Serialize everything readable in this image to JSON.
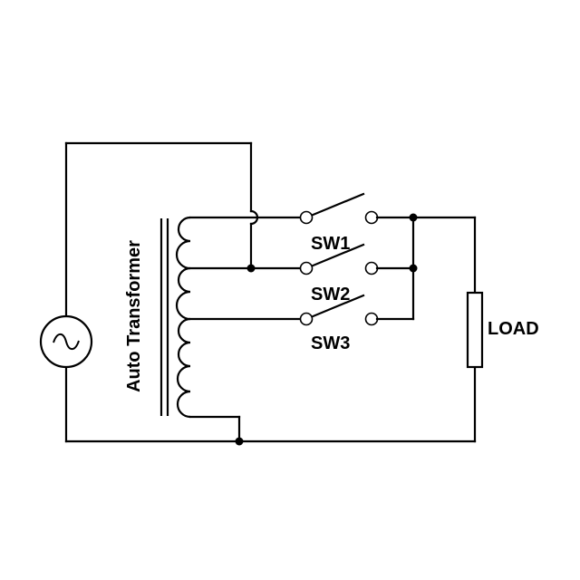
{
  "transformer": {
    "label": "Auto Transformer"
  },
  "switches": [
    {
      "label": "SW1",
      "state": "open"
    },
    {
      "label": "SW2",
      "state": "open"
    },
    {
      "label": "SW3",
      "state": "open"
    }
  ],
  "load": {
    "label": "LOAD"
  },
  "source": {
    "icon": "ac-source-icon"
  }
}
